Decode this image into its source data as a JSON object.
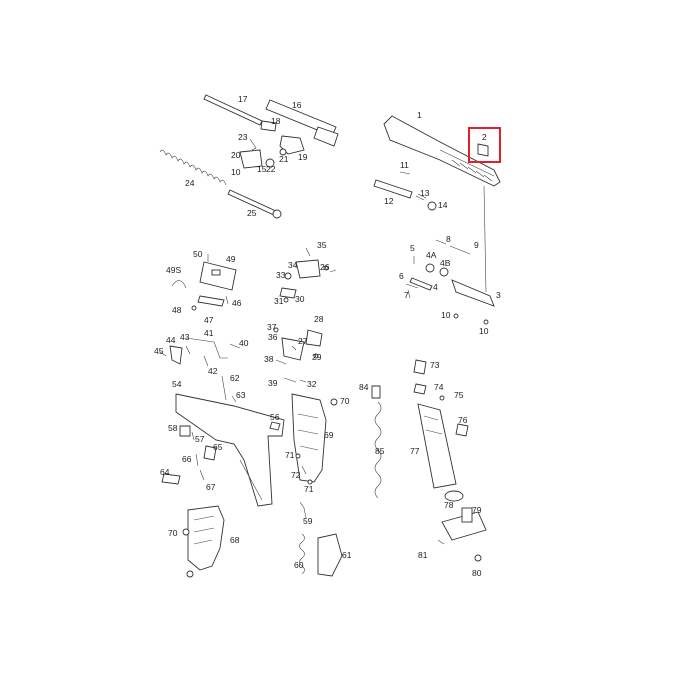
{
  "diagram": {
    "highlight_color": "#e0202a",
    "line_color": "#333333",
    "highlighted_part": "2",
    "labels": [
      "1",
      "2",
      "3",
      "4",
      "4A",
      "4B",
      "5",
      "6",
      "7",
      "8",
      "9",
      "10",
      "10",
      "10",
      "11",
      "12",
      "13",
      "14",
      "15",
      "16",
      "17",
      "18",
      "19",
      "20",
      "21",
      "22",
      "23",
      "24",
      "25",
      "26",
      "27",
      "28",
      "29",
      "30",
      "31",
      "32",
      "33",
      "34",
      "35",
      "36",
      "37",
      "38",
      "39",
      "40",
      "41",
      "42",
      "43",
      "44",
      "45",
      "46",
      "47",
      "48",
      "49",
      "49S",
      "50",
      "54",
      "56",
      "57",
      "58",
      "59",
      "60",
      "61",
      "62",
      "63",
      "64",
      "65",
      "66",
      "67",
      "68",
      "69",
      "70",
      "70",
      "71",
      "71",
      "72",
      "73",
      "74",
      "75",
      "76",
      "77",
      "78",
      "79",
      "80",
      "81",
      "84",
      "85"
    ]
  }
}
